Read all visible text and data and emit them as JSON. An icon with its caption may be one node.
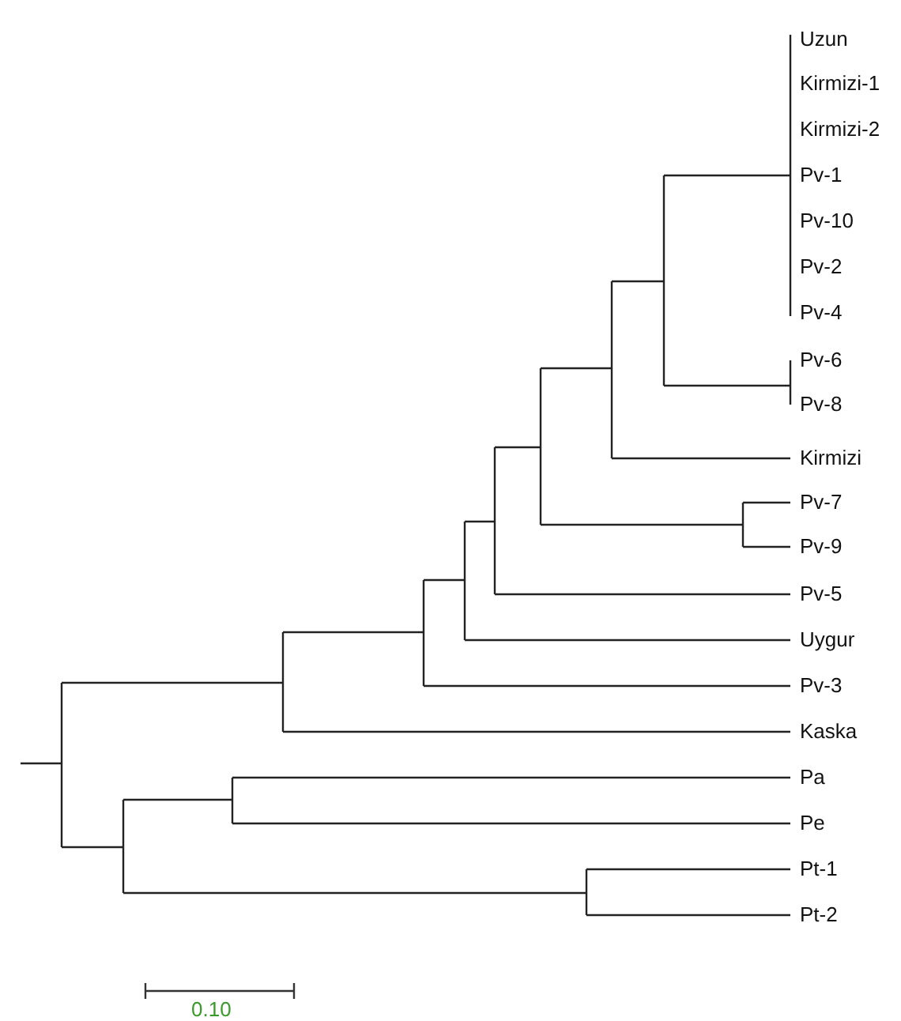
{
  "diagram": {
    "labels": [
      "Uzun",
      "Kirmizi-1",
      "Kirmizi-2",
      "Pv-1",
      "Pv-10",
      "Pv-2",
      "Pv-4",
      "Pv-6",
      "Pv-8",
      "Kirmizi",
      "Pv-7",
      "Pv-9",
      "Pv-5",
      "Uygur",
      "Pv-3",
      "Kaska",
      "Pa",
      "Pe",
      "Pt-1",
      "Pt-2",
      "0.10"
    ]
  }
}
